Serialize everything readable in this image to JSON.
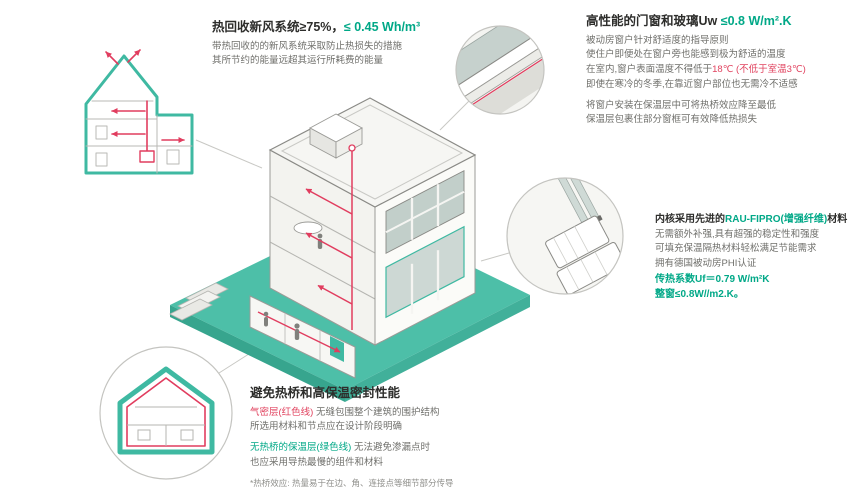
{
  "accent": {
    "green": "#00A887",
    "red": "#E1435F",
    "teal": "#3FB9A2"
  },
  "heat_recovery": {
    "title_main": "热回收新风系统≥75%，",
    "title_value": "≤ 0.45 Wh/m³",
    "line1": "带热回收的的新风系统采取防止热损失的措施",
    "line2": "其所节约的能量远超其运行所耗费的能量"
  },
  "windows": {
    "title_main": "高性能的门窗和玻璃Uw ",
    "title_value": "≤0.8 W/m².K",
    "line1": "被动房窗户针对舒适度的指导原则",
    "line2": "使住户即便处在窗户旁也能感到极为舒适的温度",
    "line3_normal": "在室内,窗户表面温度不得低于",
    "line3_red": "18℃ (不低于室温3℃)",
    "line4": "即使在寒冷的冬季,在靠近窗户部位也无需冷不适感",
    "line5": "将窗户安装在保温层中可将热桥效应降至最低",
    "line6": "保温层包裹住部分窗框可有效降低热损失"
  },
  "profile": {
    "title_prefix": "内核采用先进的",
    "title_green": "RAU-FIPRO(增强纤维)",
    "title_suffix": "材料",
    "line1": "无需额外补强,具有超强的稳定性和强度",
    "line2": "可填充保温隔热材料轻松满足节能需求",
    "line3": "拥有德国被动房PHI认证",
    "stat1": "传热系数Uf＝0.79 W/m²K",
    "stat2": "整窗≤0.8W//m2.K。"
  },
  "thermal": {
    "title": "避免热桥和高保温密封性能",
    "red_label": "气密层(红色线)",
    "red_text": " 无缝包围整个建筑的围护结构",
    "line2": "所选用材料和节点应在设计阶段明确",
    "green_label": "无热桥的保温层(绿色线)",
    "green_text": " 无法避免渗漏点时",
    "line4": "也应采用导热最慢的组件和材料",
    "footnote": "*热桥效应: 热量易于在边、角、连接点等细节部分传导"
  }
}
